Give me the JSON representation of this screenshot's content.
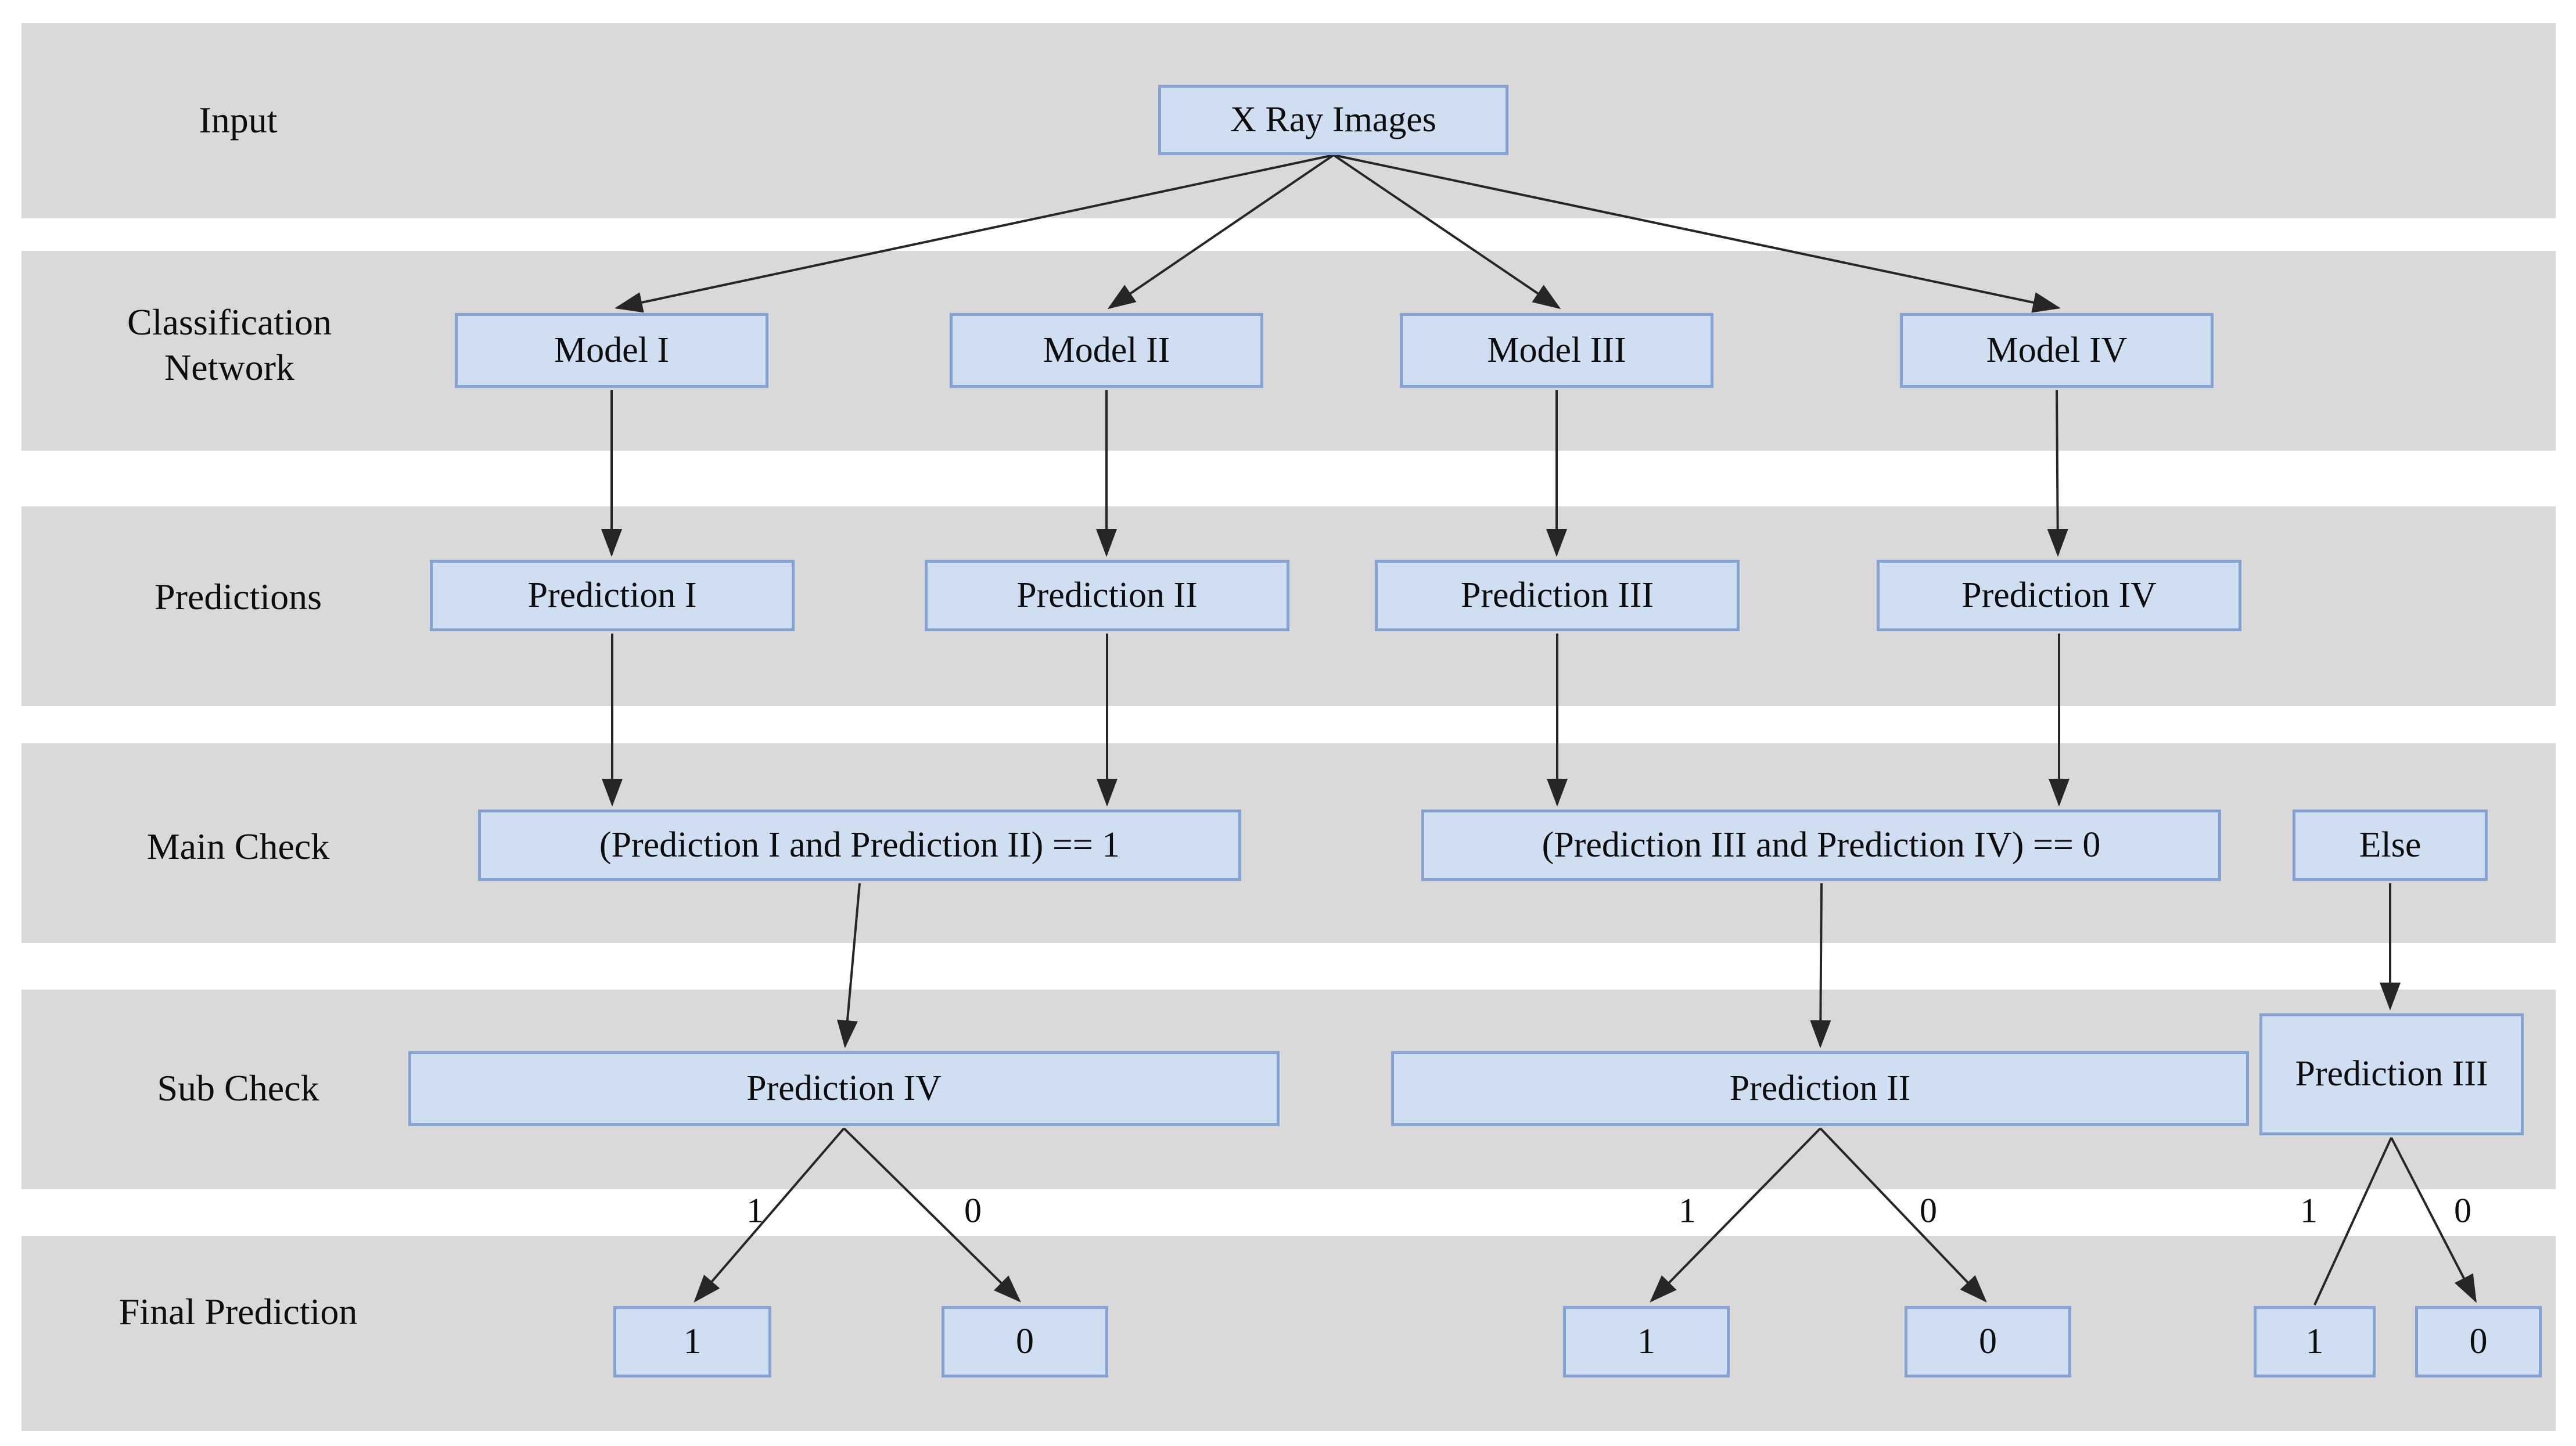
{
  "rows": [
    {
      "label": "Input"
    },
    {
      "label": "Classification Network"
    },
    {
      "label": "Predictions"
    },
    {
      "label": "Main Check"
    },
    {
      "label": "Sub Check"
    },
    {
      "label": "Final Prediction"
    }
  ],
  "nodes": {
    "input": {
      "label": "X Ray Images"
    },
    "models": [
      {
        "label": "Model I"
      },
      {
        "label": "Model II"
      },
      {
        "label": "Model III"
      },
      {
        "label": "Model IV"
      }
    ],
    "predictions": [
      {
        "label": "Prediction I"
      },
      {
        "label": "Prediction II"
      },
      {
        "label": "Prediction III"
      },
      {
        "label": "Prediction IV"
      }
    ],
    "main_checks": [
      {
        "label": "(Prediction I and Prediction II) == 1"
      },
      {
        "label": "(Prediction III and Prediction IV) == 0"
      },
      {
        "label": "Else"
      }
    ],
    "sub_checks": [
      {
        "label": "Prediction IV"
      },
      {
        "label": "Prediction II"
      },
      {
        "label": "Prediction III"
      }
    ],
    "finals": [
      {
        "label": "1"
      },
      {
        "label": "0"
      },
      {
        "label": "1"
      },
      {
        "label": "0"
      },
      {
        "label": "1"
      },
      {
        "label": "0"
      }
    ]
  },
  "edge_labels": [
    {
      "text": "1"
    },
    {
      "text": "0"
    },
    {
      "text": "1"
    },
    {
      "text": "0"
    },
    {
      "text": "1"
    },
    {
      "text": "0"
    }
  ],
  "colors": {
    "band": "#d9d9d9",
    "box_fill": "#cfdff1",
    "box_border": "#85a2d4",
    "line": "#262626",
    "text": "#0d0d0d",
    "background": "#ffffff"
  }
}
